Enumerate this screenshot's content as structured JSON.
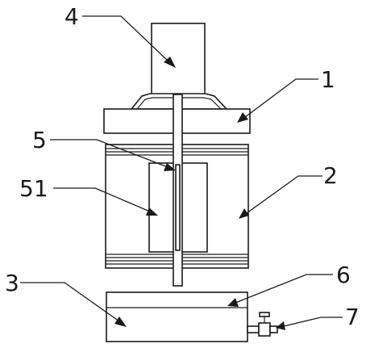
{
  "callouts": {
    "c1": "1",
    "c2": "2",
    "c3": "3",
    "c4": "4",
    "c5": "5",
    "c51": "51",
    "c6": "6",
    "c7": "7"
  }
}
